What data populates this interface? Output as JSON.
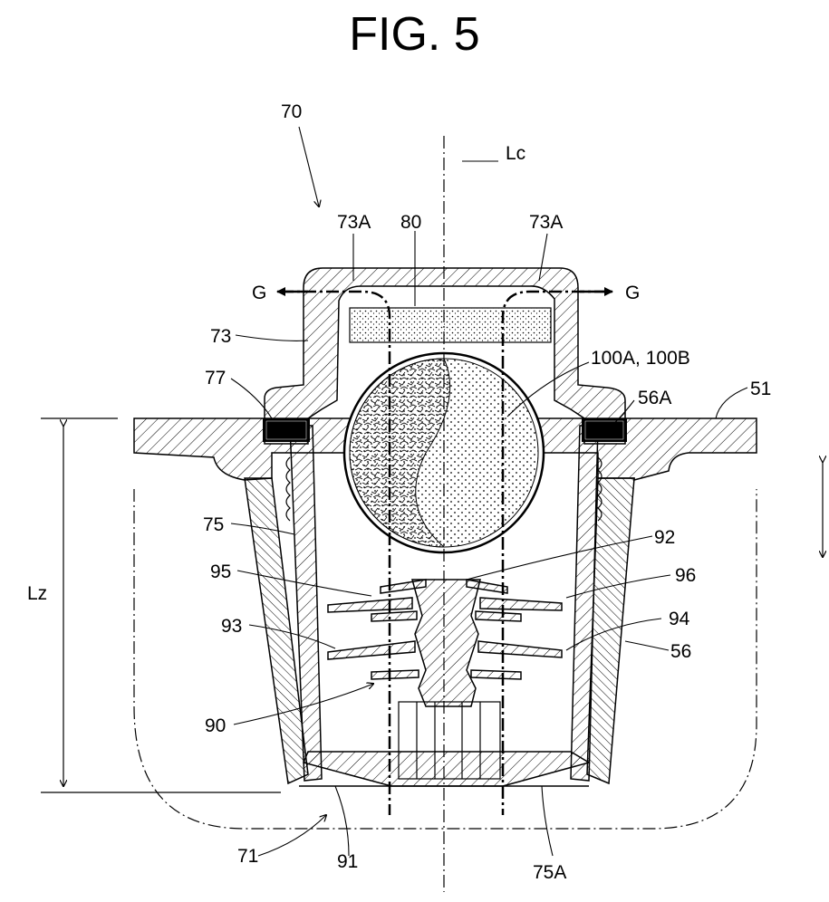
{
  "figure": {
    "title": "FIG. 5"
  },
  "labels": {
    "l70": "70",
    "lLc": "Lc",
    "l73A_left": "73A",
    "l80": "80",
    "l73A_right": "73A",
    "lG_left": "G",
    "lG_right": "G",
    "l73": "73",
    "l100": "100A, 100B",
    "l77": "77",
    "l56A": "56A",
    "l51": "51",
    "l75": "75",
    "l92": "92",
    "l95": "95",
    "l96": "96",
    "lLz": "Lz",
    "l93": "93",
    "l94": "94",
    "l56": "56",
    "l90": "90",
    "l71": "71",
    "l91": "91",
    "l75A": "75A"
  },
  "colors": {
    "line": "#000000",
    "background": "#ffffff"
  }
}
